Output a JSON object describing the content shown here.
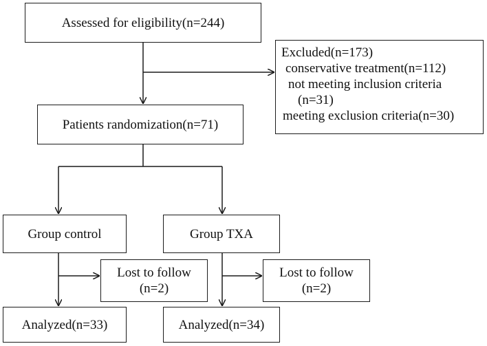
{
  "nodes": {
    "assessed": "Assessed for eligibility(n=244)",
    "excluded": {
      "title": "Excluded(n=173)",
      "line1": "conservative treatment(n=112)",
      "line2": "not meeting inclusion criteria",
      "line3": "(n=31)",
      "line4": "meeting exclusion criteria(n=30)"
    },
    "randomization": "Patients randomization(n=71)",
    "group_control": "Group control",
    "group_txa": "Group TXA",
    "lost_control": {
      "line1": "Lost to follow",
      "line2": "(n=2)"
    },
    "lost_txa": {
      "line1": "Lost to follow",
      "line2": "(n=2)"
    },
    "analyzed_control": "Analyzed(n=33)",
    "analyzed_txa": "Analyzed(n=34)"
  },
  "edges": [
    {
      "from": "assessed",
      "to": "randomization"
    },
    {
      "from": "assessed",
      "to": "excluded"
    },
    {
      "from": "randomization",
      "to": "group_control"
    },
    {
      "from": "randomization",
      "to": "group_txa"
    },
    {
      "from": "group_control",
      "to": "analyzed_control"
    },
    {
      "from": "group_control",
      "to": "lost_control"
    },
    {
      "from": "group_txa",
      "to": "analyzed_txa"
    },
    {
      "from": "group_txa",
      "to": "lost_txa"
    }
  ],
  "colors": {
    "stroke": "#1a1a1a",
    "text": "#111111",
    "background": "#ffffff"
  }
}
